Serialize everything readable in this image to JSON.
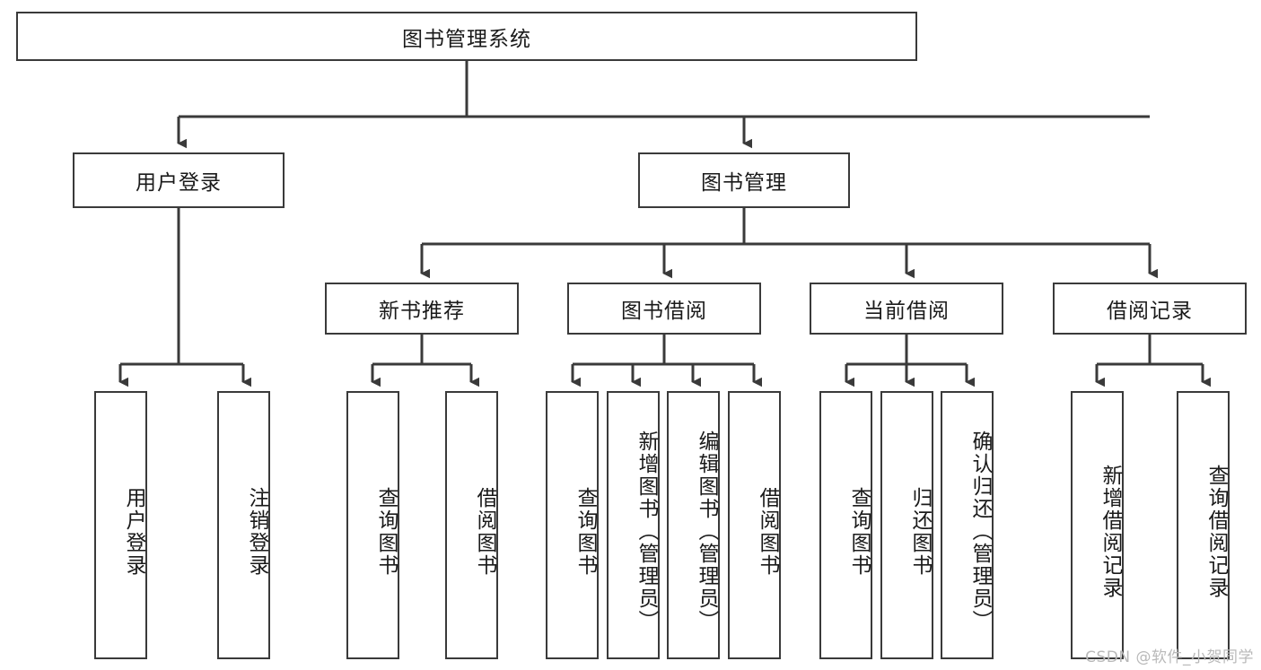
{
  "diagram": {
    "type": "tree-hierarchy-chart",
    "title": "图书管理系统",
    "root": {
      "id": "root",
      "label": "图书管理系统",
      "orientation": "horizontal"
    },
    "level1": [
      {
        "id": "user-login",
        "label": "用户登录",
        "orientation": "horizontal"
      },
      {
        "id": "book-manage",
        "label": "图书管理",
        "orientation": "horizontal"
      }
    ],
    "level2": [
      {
        "id": "new-book-recommend",
        "label": "新书推荐",
        "orientation": "horizontal",
        "parent": "book-manage"
      },
      {
        "id": "book-borrow",
        "label": "图书借阅",
        "orientation": "horizontal",
        "parent": "book-manage"
      },
      {
        "id": "current-borrow",
        "label": "当前借阅",
        "orientation": "horizontal",
        "parent": "book-manage"
      },
      {
        "id": "borrow-record",
        "label": "借阅记录",
        "orientation": "horizontal",
        "parent": "book-manage"
      }
    ],
    "leaves": [
      {
        "id": "leaf-user-login",
        "label": "用户登录",
        "parent": "user-login",
        "orientation": "vertical"
      },
      {
        "id": "leaf-user-logout",
        "label": "注销登录",
        "parent": "user-login",
        "orientation": "vertical"
      },
      {
        "id": "leaf-query-book-1",
        "label": "查询图书",
        "parent": "new-book-recommend",
        "orientation": "vertical"
      },
      {
        "id": "leaf-borrow-book-1",
        "label": "借阅图书",
        "parent": "new-book-recommend",
        "orientation": "vertical"
      },
      {
        "id": "leaf-query-book-2",
        "label": "查询图书",
        "parent": "book-borrow",
        "orientation": "vertical"
      },
      {
        "id": "leaf-add-book",
        "label": "新增图书（管理员）",
        "parent": "book-borrow",
        "orientation": "vertical"
      },
      {
        "id": "leaf-edit-book",
        "label": "编辑图书（管理员）",
        "parent": "book-borrow",
        "orientation": "vertical"
      },
      {
        "id": "leaf-borrow-book-2",
        "label": "借阅图书",
        "parent": "book-borrow",
        "orientation": "vertical"
      },
      {
        "id": "leaf-query-book-3",
        "label": "查询图书",
        "parent": "current-borrow",
        "orientation": "vertical"
      },
      {
        "id": "leaf-return-book",
        "label": "归还图书",
        "parent": "current-borrow",
        "orientation": "vertical"
      },
      {
        "id": "leaf-confirm-return",
        "label": "确认归还（管理员）",
        "parent": "current-borrow",
        "orientation": "vertical"
      },
      {
        "id": "leaf-add-record",
        "label": "新增借阅记录",
        "parent": "borrow-record",
        "orientation": "vertical"
      },
      {
        "id": "leaf-query-record",
        "label": "查询借阅记录",
        "parent": "borrow-record",
        "orientation": "vertical"
      }
    ],
    "colors": {
      "box_border": "#3a3a3a",
      "box_fill": "#ffffff",
      "connector": "#3a3a3a",
      "text": "#1a1a1a",
      "watermark": "#b9b9b9",
      "background": "#ffffff"
    }
  },
  "watermark": {
    "text": "CSDN @软件_小贺同学"
  }
}
